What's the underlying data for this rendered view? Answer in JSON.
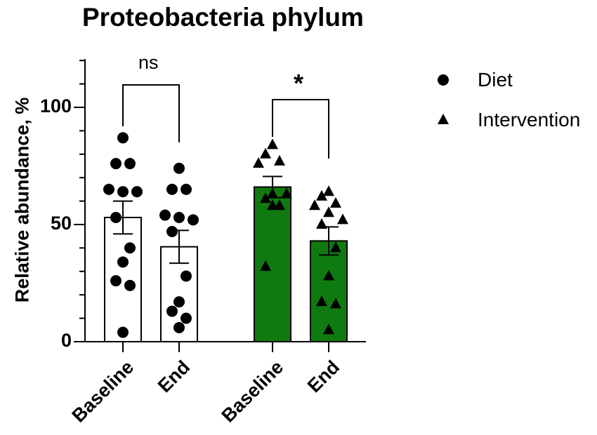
{
  "chart_data": {
    "type": "bar",
    "title": "Proteobacteria phylum",
    "xlabel": "",
    "ylabel": "Relative abundance, %",
    "ylim": [
      0,
      120
    ],
    "yticks": [
      0,
      50,
      100
    ],
    "grid": false,
    "legend_position": "right",
    "categories": [
      "Baseline",
      "End",
      "Baseline",
      "End"
    ],
    "series": [
      {
        "name": "Diet",
        "marker": "circle",
        "bar_color": "#ffffff",
        "groups": [
          {
            "label": "Baseline",
            "mean": 53,
            "sem": 7,
            "points": [
              87,
              76,
              76,
              65,
              64,
              64,
              53,
              40,
              34,
              26,
              24,
              4
            ]
          },
          {
            "label": "End",
            "mean": 40.5,
            "sem": 7,
            "points": [
              74,
              65,
              65,
              54,
              53,
              52,
              47,
              28,
              17,
              13,
              10,
              6
            ]
          }
        ]
      },
      {
        "name": "Intervention",
        "marker": "triangle",
        "bar_color": "#0f7a0f",
        "groups": [
          {
            "label": "Baseline",
            "mean": 66,
            "sem": 4.5,
            "points": [
              84,
              80,
              77,
              76,
              63,
              63,
              61,
              58,
              58,
              32
            ]
          },
          {
            "label": "End",
            "mean": 43,
            "sem": 6,
            "points": [
              64,
              62,
              59,
              58,
              55,
              52,
              50,
              40,
              28,
              17,
              16,
              5
            ]
          }
        ]
      }
    ],
    "annotations": [
      {
        "text": "ns",
        "between": [
          "Diet Baseline",
          "Diet End"
        ]
      },
      {
        "text": "*",
        "between": [
          "Intervention Baseline",
          "Intervention End"
        ]
      }
    ]
  },
  "legend": {
    "items": [
      {
        "label": "Diet",
        "marker": "circle"
      },
      {
        "label": "Intervention",
        "marker": "triangle"
      }
    ]
  },
  "axis": {
    "y_ticks": [
      "0",
      "50",
      "100"
    ],
    "x_labels": [
      "Baseline",
      "End",
      "Baseline",
      "End"
    ]
  }
}
